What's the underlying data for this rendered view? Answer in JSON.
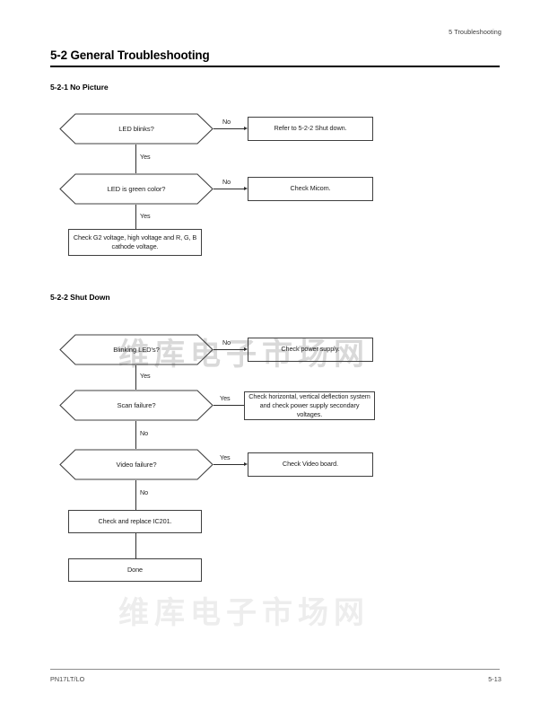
{
  "header": {
    "running_head": "5 Troubleshooting"
  },
  "section": {
    "title": "5-2 General Troubleshooting",
    "subsections": [
      {
        "title": "5-2-1 No Picture"
      },
      {
        "title": "5-2-2 Shut Down"
      }
    ]
  },
  "watermark": {
    "text_1": "维库电子市场网",
    "text_2": "维库电子市场网"
  },
  "flow_no_picture": {
    "nodes": {
      "d1": {
        "shape": "hexagon",
        "text": "LED blinks?"
      },
      "d2": {
        "shape": "hexagon",
        "text": "LED is green color?"
      },
      "b1": {
        "shape": "rect",
        "text": "Refer to 5-2-2 Shut down."
      },
      "b2": {
        "shape": "rect",
        "text": "Check Micom."
      },
      "b3": {
        "shape": "rect",
        "text": "Check G2 voltage, high voltage and R, G, B cathode voltage."
      }
    },
    "edges": {
      "d1_no": "No",
      "d1_yes": "Yes",
      "d2_no": "No",
      "d2_yes": "Yes"
    }
  },
  "flow_shut_down": {
    "nodes": {
      "d1": {
        "shape": "hexagon",
        "text": "Blinking LED's?"
      },
      "d2": {
        "shape": "hexagon",
        "text": "Scan failure?"
      },
      "d3": {
        "shape": "hexagon",
        "text": "Video failure?"
      },
      "b1": {
        "shape": "rect",
        "text": "Check power supply."
      },
      "b2": {
        "shape": "rect",
        "text": "Check horizontal, vertical deflection system and check power supply secondary voltages."
      },
      "b3": {
        "shape": "rect",
        "text": "Check Video board."
      },
      "b4": {
        "shape": "rect",
        "text": "Check and replace IC201."
      },
      "b5": {
        "shape": "rect",
        "text": "Done"
      }
    },
    "edges": {
      "d1_no": "No",
      "d1_yes": "Yes",
      "d2_yes": "Yes",
      "d2_no": "No",
      "d3_yes": "Yes",
      "d3_no": "No"
    }
  },
  "footer": {
    "model": "PN17LT/LO",
    "page": "5-13"
  },
  "colors": {
    "ink": "#1a1a1a",
    "rule": "#000000",
    "line": "#2e2e2e",
    "watermark": "#d9d9d9"
  }
}
